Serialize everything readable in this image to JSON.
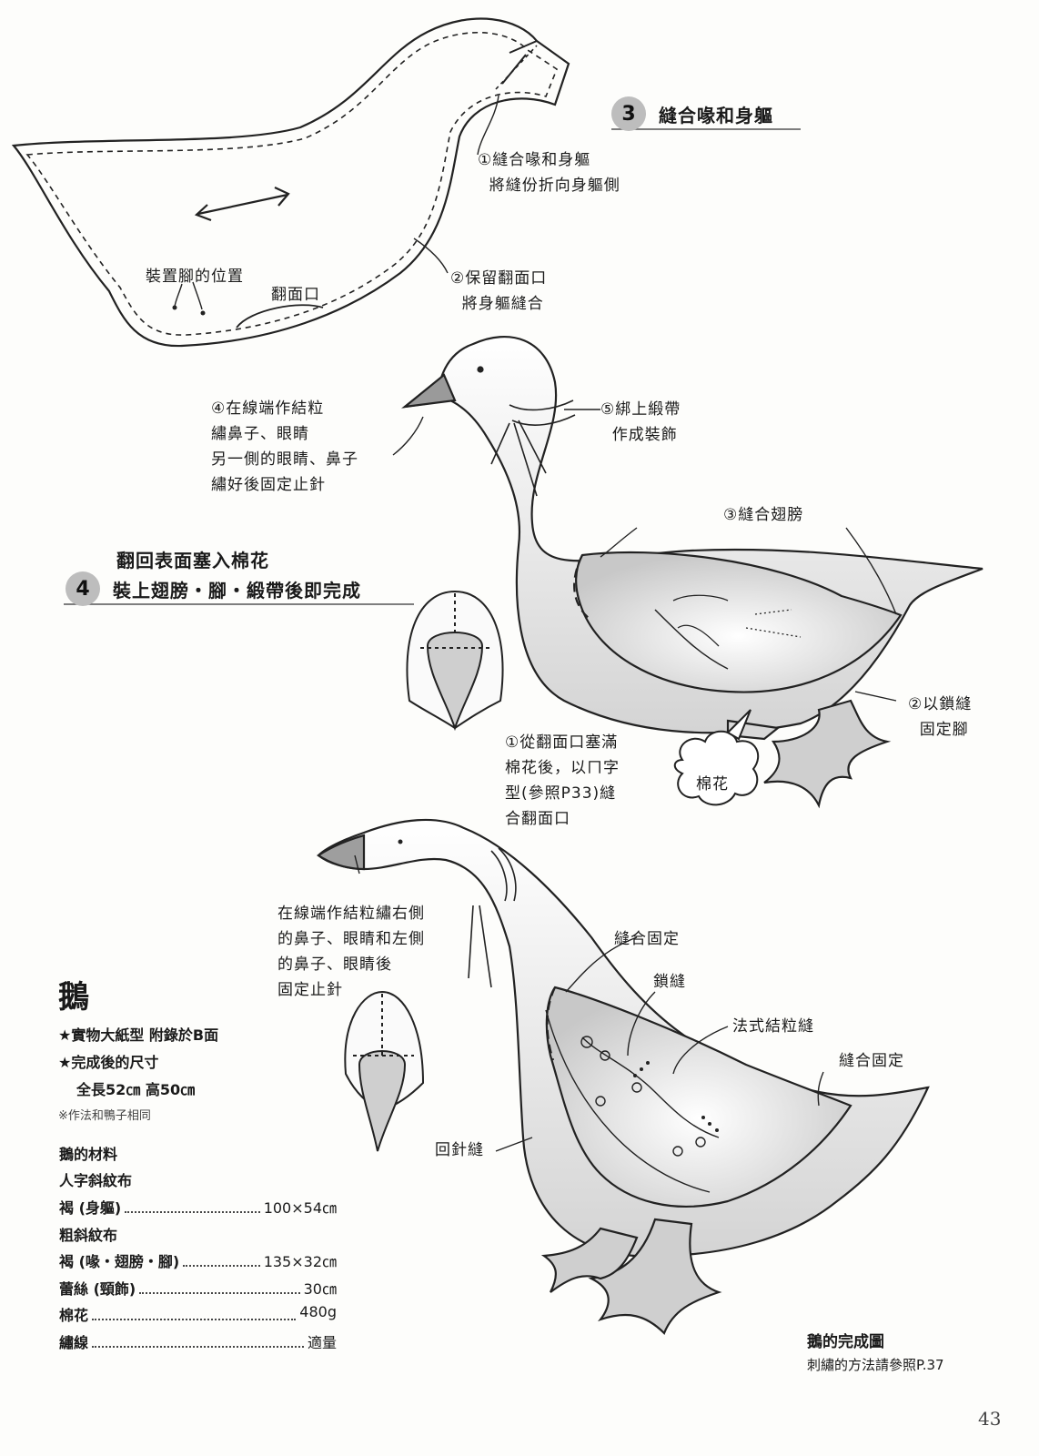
{
  "step3": {
    "number": "3",
    "title": "縫合喙和身軀"
  },
  "step4": {
    "number": "4",
    "title_line1": "翻回表面塞入棉花",
    "title_line2": "裝上翅膀・腳・緞帶後即完成"
  },
  "notes": {
    "n3_1": "①縫合喙和身軀\n  將縫份折向身軀側",
    "n3_2": "②保留翻面口\n  將身軀縫合",
    "foot_position": "裝置腳的位置",
    "opening": "翻面口",
    "n4_4": "④在線端作結粒\n繡鼻子、眼睛\n另一側的眼睛、鼻子\n繡好後固定止針",
    "n4_5": "⑤綁上緞帶\n  作成裝飾",
    "n4_3": "③縫合翅膀",
    "n4_2": "②以鎖縫\n  固定腳",
    "n4_1": "①從翻面口塞滿\n棉花後，以ㄇ字\n型(參照P33)縫\n合翻面口",
    "cotton": "棉花",
    "final_knot": "在線端作結粒繡右側\n的鼻子、眼睛和左側\n的鼻子、眼睛後\n固定止針",
    "sew_fix_1": "縫合固定",
    "chain_stitch": "鎖縫",
    "french_knot": "法式結粒縫",
    "sew_fix_2": "縫合固定",
    "back_stitch": "回針縫"
  },
  "info": {
    "title": "鵝",
    "pattern": "★實物大紙型 附錄於B面",
    "size_label": "★完成後的尺寸",
    "size_value": "全長52㎝ 高50㎝",
    "remark": "※作法和鴨子相同"
  },
  "materials": {
    "header": "鵝的材料",
    "fabric1": "人字斜紋布",
    "fabric2": "粗斜紋布",
    "rows": [
      {
        "label": "褐 (身軀)",
        "value": "100×54㎝"
      },
      {
        "label": "褐 (喙・翅膀・腳)",
        "value": "135×32㎝"
      },
      {
        "label": "蕾絲 (頸飾)",
        "value": "30㎝"
      },
      {
        "label": "棉花",
        "value": "480g"
      },
      {
        "label": "繡線",
        "value": "適量"
      }
    ]
  },
  "completion": {
    "title": "鵝的完成圖",
    "subtitle": "刺繡的方法請參照P.37"
  },
  "page_number": "43",
  "colors": {
    "line": "#222222",
    "shade": "#c9c9c9",
    "circle": "#bdbdbd",
    "paper": "#fdfdfb"
  }
}
